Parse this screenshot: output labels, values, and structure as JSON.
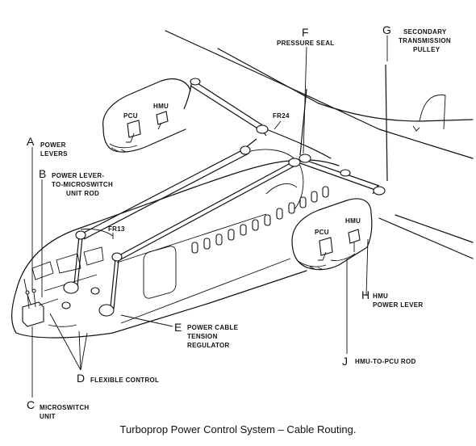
{
  "caption": "Turboprop Power Control System – Cable Routing.",
  "labels": {
    "a_letter": "A",
    "a_text_1": "POWER",
    "a_text_2": "LEVERS",
    "b_letter": "B",
    "b_text_1": "POWER LEVER-",
    "b_text_2": "TO-MICROSWITCH",
    "b_text_3": "UNIT ROD",
    "c_letter": "C",
    "c_text_1": "MICROSWITCH",
    "c_text_2": "UNIT",
    "d_letter": "D",
    "d_text": "FLEXIBLE CONTROL",
    "e_letter": "E",
    "e_text_1": "POWER CABLE",
    "e_text_2": "TENSION",
    "e_text_3": "REGULATOR",
    "f_letter": "F",
    "f_text": "PRESSURE SEAL",
    "g_letter": "G",
    "g_text_1": "SECONDARY",
    "g_text_2": "TRANSMISSION",
    "g_text_3": "PULLEY",
    "h_letter": "H",
    "h_text_1": "HMU",
    "h_text_2": "POWER LEVER",
    "j_letter": "J",
    "j_text": "HMU-TO-PCU ROD",
    "fr24": "FR24",
    "fr13": "FR13",
    "pcu_left": "PCU",
    "hmu_left": "HMU",
    "pcu_right": "PCU",
    "hmu_right": "HMU"
  }
}
